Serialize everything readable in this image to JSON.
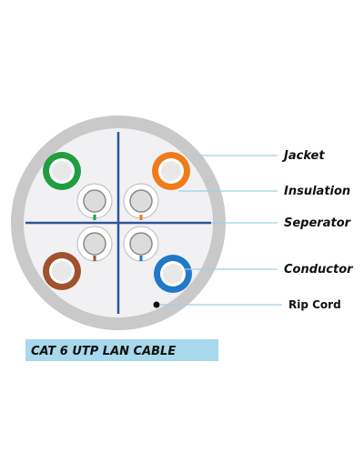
{
  "labels": {
    "jacket": "Jacket",
    "insulation": "Insulation",
    "separator": "Seperator",
    "conductor": "Conductor",
    "rip_cord": "Rip Cord"
  },
  "caption": "CAT 6 UTP LAN CABLE",
  "colors": {
    "jacket": "#c9c9c9",
    "cable_interior": "#f1f1f4",
    "separator": "#2f5597",
    "leader_line": "#9fd0e6",
    "caption_background": "#a7d8ec",
    "pair_green": "#1e9e3e",
    "pair_orange": "#ef7b1a",
    "pair_brown": "#a0522d",
    "pair_blue": "#1f78c8",
    "white_conductor_fill": "#dcdcdc",
    "conductor_ring": "#8a8a8a",
    "rip_cord": "#111111"
  },
  "pairs": [
    {
      "name": "green",
      "stripe": "green"
    },
    {
      "name": "orange",
      "stripe": "orange"
    },
    {
      "name": "brown",
      "stripe": "brown"
    },
    {
      "name": "blue",
      "stripe": "blue"
    }
  ]
}
